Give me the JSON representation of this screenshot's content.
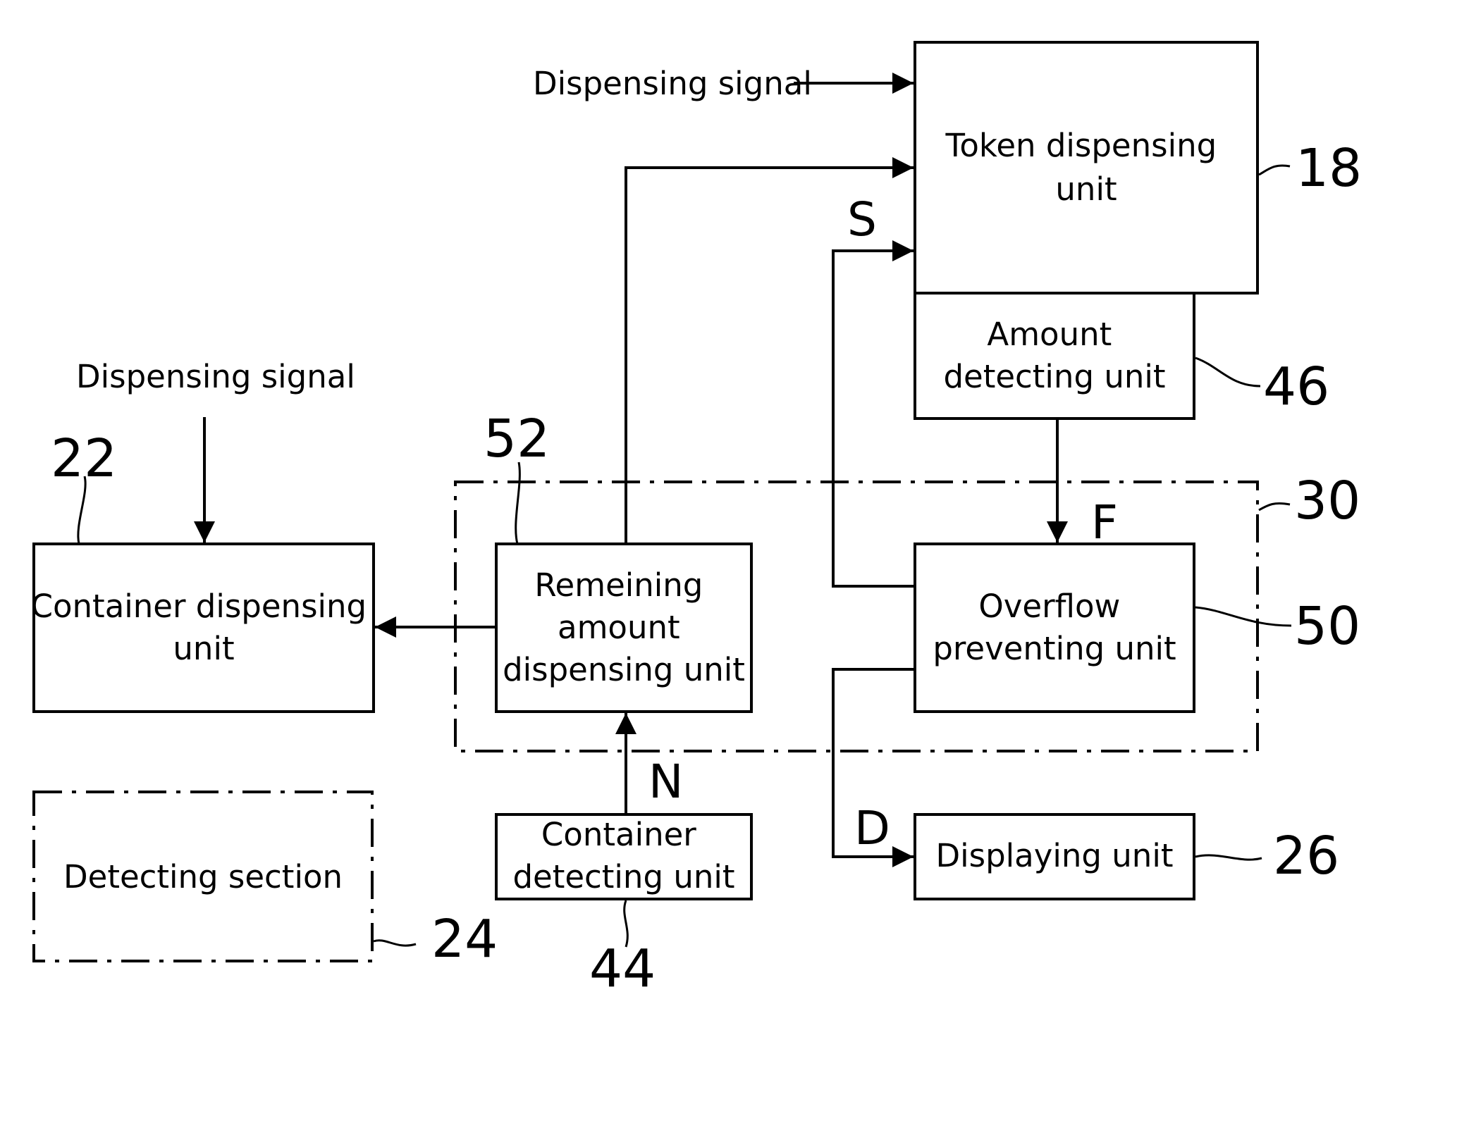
{
  "signals": {
    "top": "Dispensing signal",
    "left": "Dispensing signal"
  },
  "boxes": {
    "token_dispensing": [
      "Token dispensing",
      "unit"
    ],
    "amount_detecting": [
      "Amount",
      "detecting unit"
    ],
    "container_dispensing": [
      "Container dispensing",
      "unit"
    ],
    "remaining_amount": [
      "Remeining",
      "amount",
      "dispensing unit"
    ],
    "overflow_preventing": [
      "Overflow",
      "preventing unit"
    ],
    "container_detecting": [
      "Container",
      "detecting unit"
    ],
    "displaying": [
      "Displaying unit"
    ],
    "detecting_section": [
      "Detecting section"
    ]
  },
  "reference_numbers": {
    "token_dispensing": "18",
    "amount_detecting": "46",
    "container_dispensing": "22",
    "detecting_section": "24",
    "remaining_amount": "52",
    "control_group": "30",
    "overflow_preventing": "50",
    "displaying": "26",
    "container_detecting": "44"
  },
  "signal_letters": {
    "s": "S",
    "f": "F",
    "n": "N",
    "d": "D"
  }
}
